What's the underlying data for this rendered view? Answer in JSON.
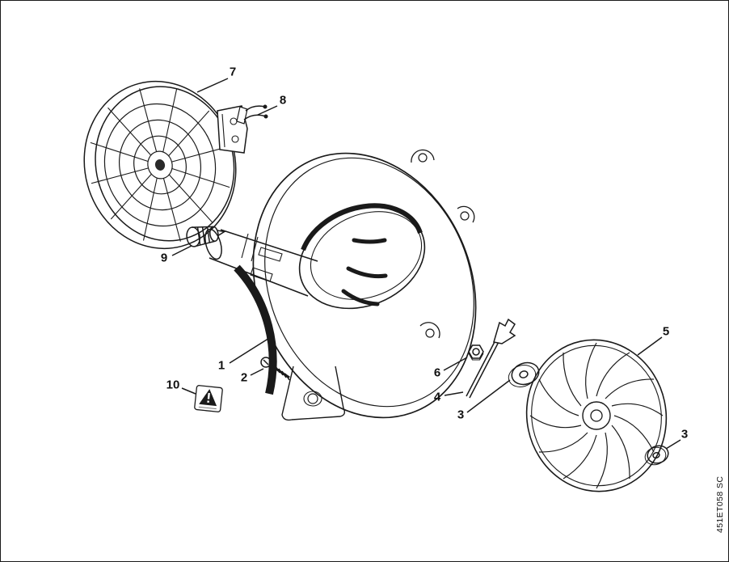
{
  "diagram": {
    "title_hidden": "",
    "line_color": "#1a1a1a",
    "background": "#ffffff"
  },
  "labels": {
    "part1": "1",
    "part2": "2",
    "part3_center": "3",
    "part3_right": "3",
    "part4": "4",
    "part5": "5",
    "part6": "6",
    "part7": "7",
    "part8": "8",
    "part9": "9",
    "part10": "10"
  },
  "footer": {
    "plate_code": "451ET058 SC"
  }
}
